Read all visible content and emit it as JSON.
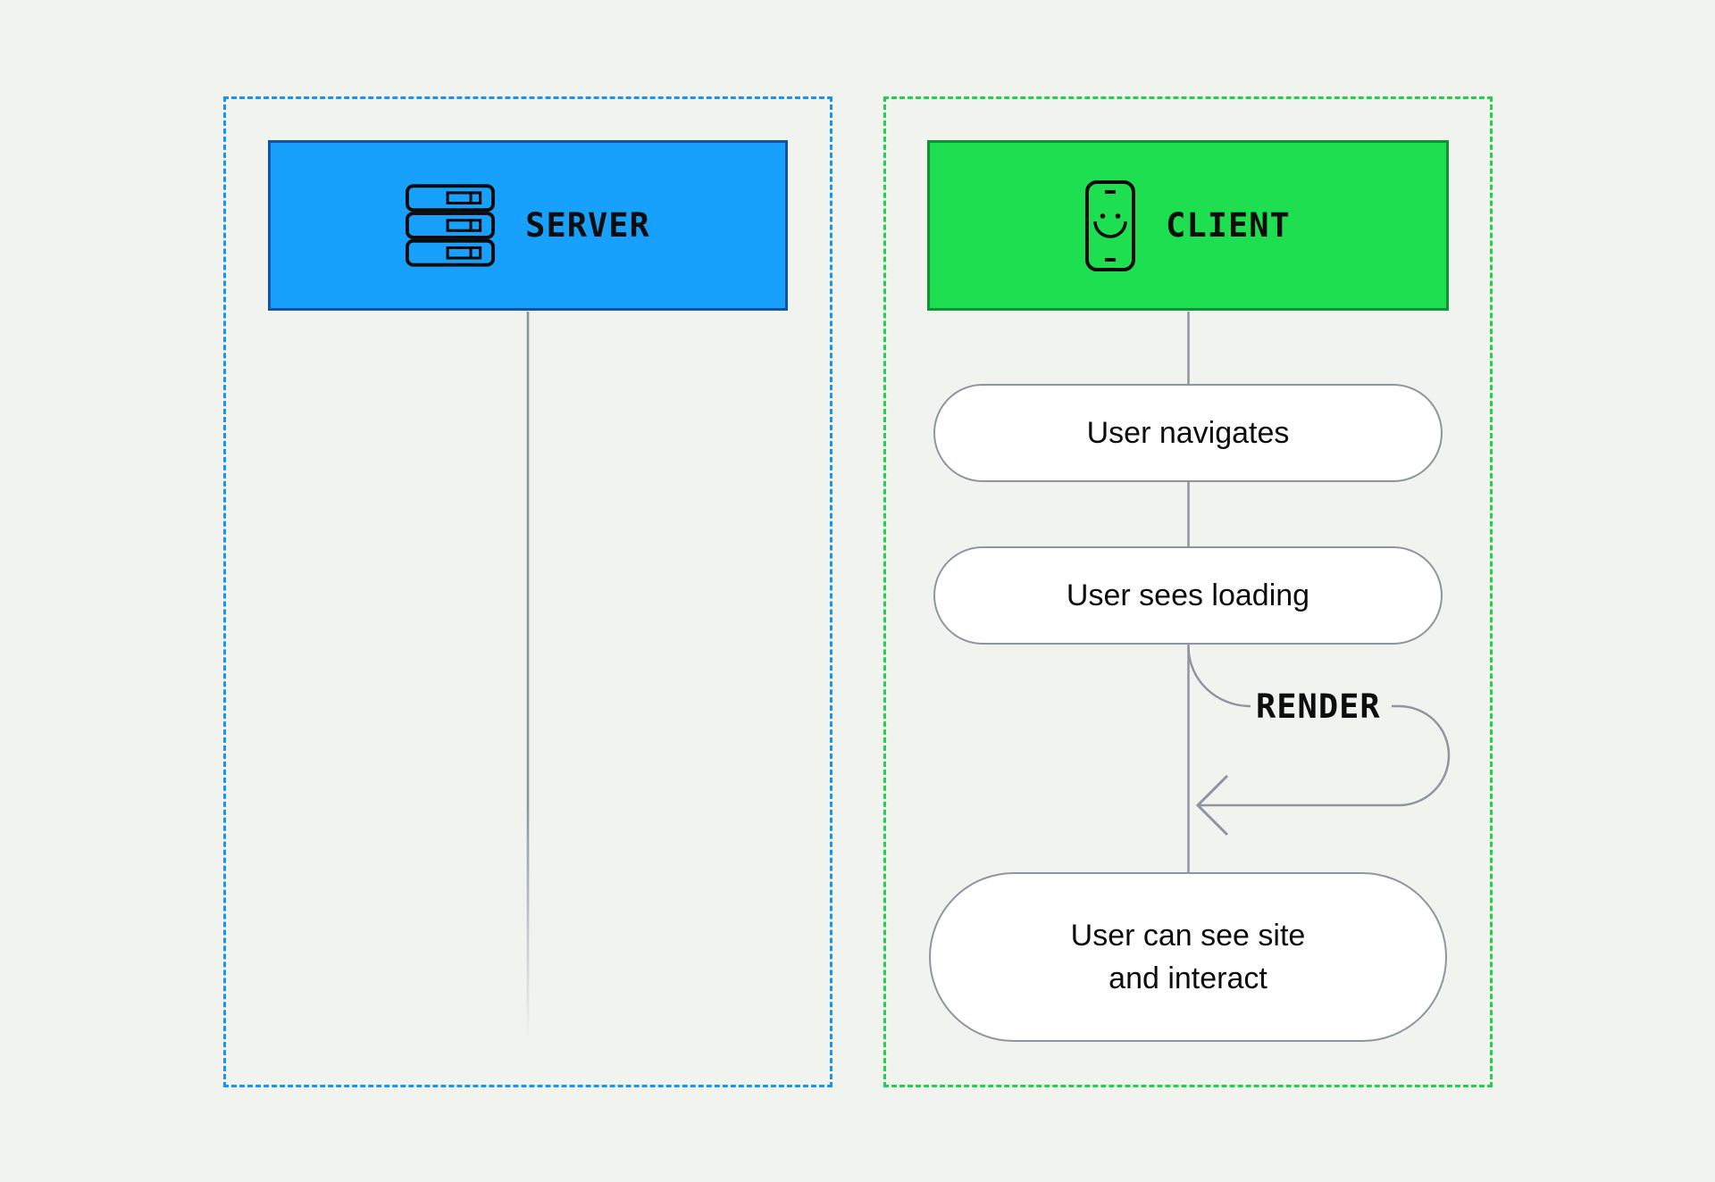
{
  "page": {
    "background": "#f1f3ef"
  },
  "server_panel": {
    "title": "SERVER",
    "box_fill": "#18a1fc",
    "box_border": "#15539f",
    "dash_color": "#1894f2",
    "icon": "server-stack-icon"
  },
  "client_panel": {
    "title": "CLIENT",
    "box_fill": "#1edf4f",
    "box_border": "#0f9138",
    "dash_color": "#1fd14b",
    "icon": "smartphone-smiley-icon",
    "steps": [
      {
        "lines": [
          "User navigates"
        ]
      },
      {
        "lines": [
          "User sees loading"
        ]
      },
      {
        "lines": [
          "User can see site",
          "and interact"
        ]
      }
    ],
    "loop_label": "RENDER"
  },
  "connector": {
    "color": "#8d96a0"
  }
}
